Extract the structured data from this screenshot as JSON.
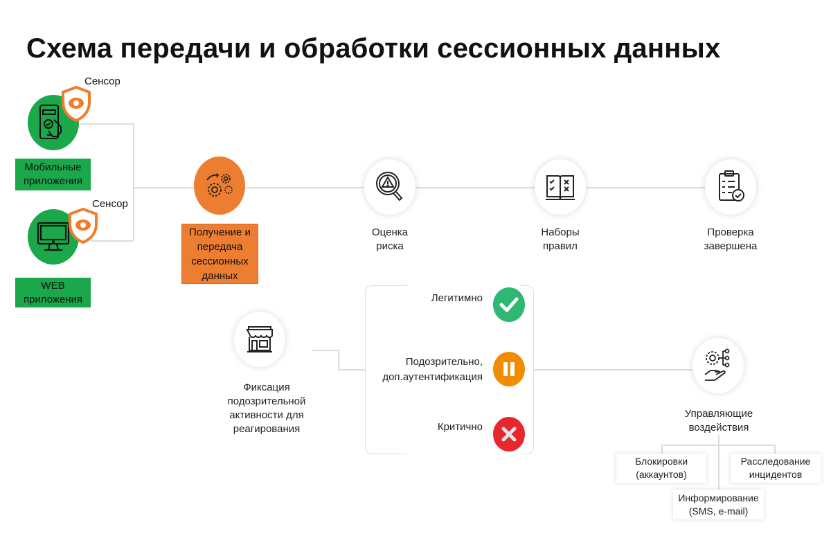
{
  "title": "Схема передачи и обработки сессионных данных",
  "sources": [
    {
      "label_line1": "Мобильные",
      "label_line2": "приложения",
      "sensor": "Сенсор"
    },
    {
      "label_line1": "WEB",
      "label_line2": "приложения",
      "sensor": "Сенсор"
    }
  ],
  "pipeline": [
    {
      "lines": [
        "Получение и",
        "передача",
        "сессионных",
        "данных"
      ]
    },
    {
      "lines": [
        "Оценка",
        "риска"
      ]
    },
    {
      "lines": [
        "Наборы",
        "правил"
      ]
    },
    {
      "lines": [
        "Проверка",
        "завершена"
      ]
    }
  ],
  "fixation": {
    "lines": [
      "Фиксация",
      "подозрительной",
      "активности для",
      "реагирования"
    ]
  },
  "results": [
    {
      "lines": [
        "Легитимно"
      ],
      "color": "#2eb872"
    },
    {
      "lines": [
        "Подозрительно,",
        "доп.аутентификация"
      ],
      "color": "#f08c00"
    },
    {
      "lines": [
        "Критично"
      ],
      "color": "#e8262e"
    }
  ],
  "control": {
    "lines": [
      "Управляющие",
      "воздействия"
    ],
    "actions": [
      {
        "lines": [
          "Блокировки",
          "(аккаунтов)"
        ]
      },
      {
        "lines": [
          "Расследование",
          "инцидентов"
        ]
      },
      {
        "lines": [
          "Информирование",
          "(SMS, e-mail)"
        ]
      }
    ]
  },
  "colors": {
    "green": "#1aa84b",
    "orange": "#ed7d31",
    "shield": "#f07d2a"
  }
}
